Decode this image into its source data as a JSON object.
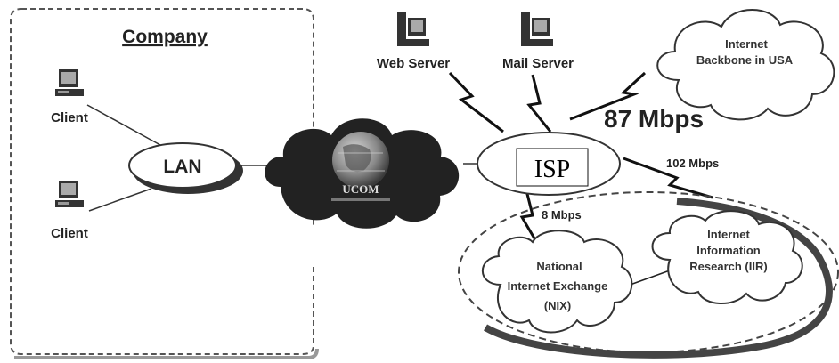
{
  "company": {
    "title": "Company"
  },
  "clients": [
    "Client",
    "Client"
  ],
  "lan": {
    "label": "LAN"
  },
  "ucom": {
    "label": "UCOM"
  },
  "servers": {
    "web": "Web Server",
    "mail": "Mail Server"
  },
  "isp": {
    "label": "ISP"
  },
  "backbone": {
    "line1": "Internet",
    "line2": "Backbone in USA"
  },
  "speeds": {
    "backbone": "87 Mbps",
    "iir": "102 Mbps",
    "nix": "8 Mbps"
  },
  "nix": {
    "line1": "National",
    "line2": "Internet Exchange",
    "line3": "(NIX)"
  },
  "iir": {
    "line1": "Internet",
    "line2": "Information",
    "line3": "Research (IIR)"
  }
}
